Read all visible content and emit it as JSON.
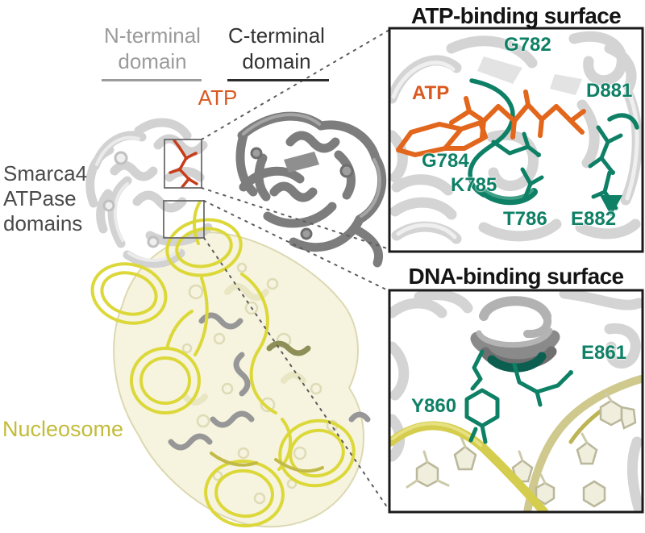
{
  "colors": {
    "teal": "#0E8066",
    "teal_dark": "#0C5F50",
    "orange_text": "#D95A20",
    "orange_stick": "#E2661C",
    "red_stick": "#C63D1B",
    "dna_yellow": "#DCD83A",
    "dna_olive": "#C2BA48",
    "nucleosome_fill": "#F6F4DF",
    "nucleosome_label": "#C2BC3B",
    "label_gray": "#9B9B9B",
    "label_dark": "#333333",
    "smarca4_label_color": "#4A4A4A",
    "title_color": "#141414",
    "frame_color": "#1A1A1A"
  },
  "main_structure": {
    "n_terminal_label": "N-terminal\ndomain",
    "c_terminal_label": "C-terminal\ndomain",
    "atp_label": "ATP",
    "smarca4_label": "Smarca4\nATPase\ndomains",
    "nucleosome_label": "Nucleosome"
  },
  "atp_panel": {
    "title": "ATP-binding surface",
    "ligand_label": "ATP",
    "residues": [
      "G782",
      "D881",
      "G784",
      "K785",
      "T786",
      "E882"
    ]
  },
  "dna_panel": {
    "title": "DNA-binding surface",
    "residues": [
      "E861",
      "Y860"
    ]
  }
}
